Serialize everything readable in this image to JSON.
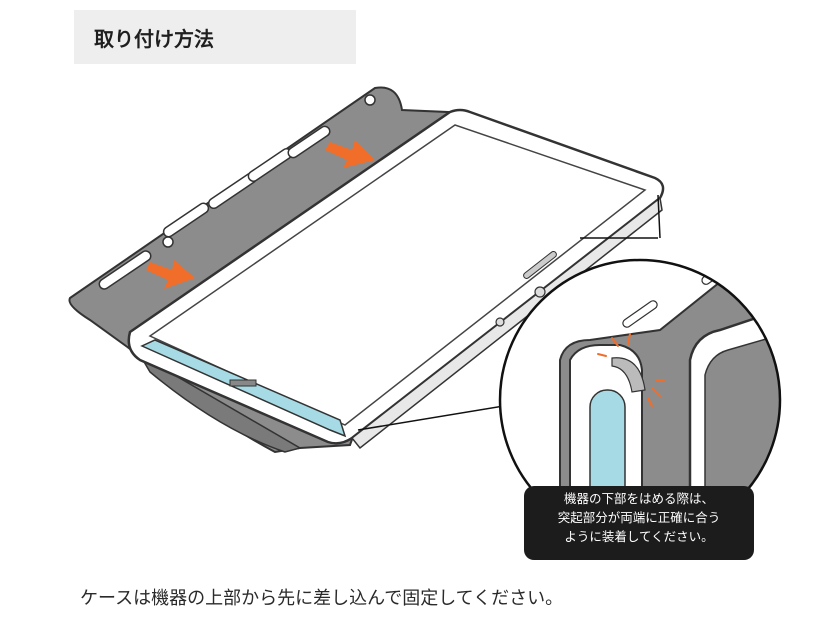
{
  "header": {
    "title": "取り付け方法"
  },
  "callout": {
    "lines": [
      "機器の下部をはめる際は、",
      "突起部分が両端に正確に合う",
      "ように装着してください。"
    ]
  },
  "caption": "ケースは機器の上部から先に差し込んで固定してください。",
  "colors": {
    "case_gray": "#8c8c8c",
    "arrow_orange": "#f06e2a",
    "screen_blue": "#a6dbe6",
    "callout_bg": "#1c1c1c"
  },
  "icons": [
    "arrow-icon",
    "arrow-icon",
    "sparkle-icon"
  ]
}
